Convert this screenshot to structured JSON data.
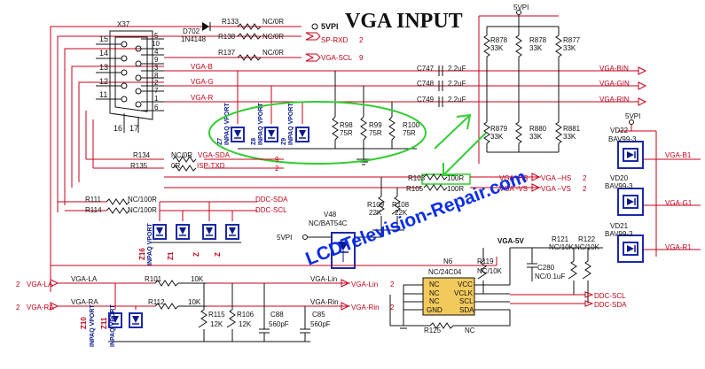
{
  "title": "VGA INPUT",
  "watermark": "LCDTelevision-Repair.com",
  "connector": {
    "ref": "X37",
    "pins_left": [
      "15",
      "14",
      "13",
      "12",
      "11"
    ],
    "pins_right": [
      "5",
      "10",
      "4",
      "9",
      "3",
      "8",
      "2",
      "7",
      "1",
      "6"
    ],
    "pins_bottom": [
      "16",
      "17"
    ]
  },
  "power": {
    "vpi_top": "5VPI",
    "vpi_r133": "5VPI",
    "vpi_right": "5VPI",
    "vpi_v48": "5VPI",
    "vga5v": "VGA-5V"
  },
  "left_block": {
    "d702": {
      "ref": "D702",
      "part": "1N4148"
    },
    "r133": {
      "ref": "R133",
      "val": "NC/0R"
    },
    "r138": {
      "ref": "R138",
      "val": "NC/0R"
    },
    "r137": {
      "ref": "R137",
      "val": "NC/0R"
    },
    "sp_rxd": "SP-RXD",
    "sp_rxd_n": "2",
    "vga_scl": "VGA-SCL",
    "vga_scl_n": "9",
    "vga_b": "VGA-B",
    "vga_g": "VGA-G",
    "vga_r": "VGA-R"
  },
  "zeners_top": [
    {
      "ref": "Z7",
      "part": "INPAQ VPORT"
    },
    {
      "ref": "Z8",
      "part": "INPAQ VPORT"
    },
    {
      "ref": "Z9",
      "part": "INPAQ VPORT"
    }
  ],
  "terminations": [
    {
      "ref": "R98",
      "val": "75R"
    },
    {
      "ref": "R99",
      "val": "75R"
    },
    {
      "ref": "R100",
      "val": "75R"
    }
  ],
  "caps": [
    {
      "ref": "C747",
      "val": "2.2uF",
      "net": "VGA-BIN"
    },
    {
      "ref": "C748",
      "val": "2.2uF",
      "net": "VGA-GIN"
    },
    {
      "ref": "C749",
      "val": "2.2uF",
      "net": "VGA-RIN"
    }
  ],
  "bias_top": [
    {
      "ref": "R878",
      "val": "33K"
    },
    {
      "ref": "R878",
      "val": "33K"
    },
    {
      "ref": "R877",
      "val": "33K"
    }
  ],
  "bias_bot": [
    {
      "ref": "R879",
      "val": "33K"
    },
    {
      "ref": "R880",
      "val": "33K"
    },
    {
      "ref": "R881",
      "val": "33K"
    }
  ],
  "mid": {
    "r134": {
      "ref": "R134",
      "val": "NC/0R"
    },
    "vga_sda": "VGA-SDA",
    "vga_sda_n": "9",
    "r135": {
      "ref": "R135",
      "val": "0R"
    },
    "isp_txd": "ISP-TXD",
    "isp_txd_n": "2",
    "r103": {
      "ref": "R103",
      "val": "100R"
    },
    "r105": {
      "ref": "R105",
      "val": "100R"
    },
    "vga_hs_l": "VGA -HS",
    "vga_vs_l": "VGA -VS",
    "vga_hs_r": "VGA –HS",
    "vga_vs_r": "VGA –VS",
    "hs_n": "2",
    "vs_n": "2",
    "r111": {
      "ref": "R111",
      "val": "NC/100R"
    },
    "r114": {
      "ref": "R114",
      "val": "NC/100R"
    },
    "ddc_sda": "DDC-SDA",
    "ddc_scl": "DDC-SCL",
    "r109": {
      "ref": "R109",
      "val": "22K"
    },
    "r108b": {
      "ref": "R108",
      "val": "22K"
    },
    "v48": {
      "ref": "V48",
      "part": "NC/BAT54C"
    }
  },
  "zeners_mid": [
    {
      "ref": "Z16",
      "part": "INPAQ VPORT"
    },
    {
      "ref": "Z1",
      "part": ""
    },
    {
      "ref": "Z",
      "part": ""
    },
    {
      "ref": "Z",
      "part": ""
    }
  ],
  "right_diodes": [
    {
      "ref": "VD22",
      "part": "BAV99-3",
      "net": "VGA-B1"
    },
    {
      "ref": "VD20",
      "part": "BAV99-3",
      "net": "VGA-G1"
    },
    {
      "ref": "VD21",
      "part": "BAV99-3",
      "net": "VGA-R1"
    }
  ],
  "eeprom": {
    "ref": "N6",
    "part": "NC/24C04",
    "pins_left": [
      "NC",
      "NC",
      "NC",
      "GND"
    ],
    "pins_right": [
      "VCC",
      "VCLK",
      "SCL",
      "SDA"
    ],
    "r119": {
      "ref": "R119",
      "val": "NC/10K"
    },
    "c280": {
      "ref": "C280",
      "val": "NC/0.1uF"
    },
    "r121": {
      "ref": "R121",
      "val": "NC/10K"
    },
    "r122": {
      "ref": "R122",
      "val": "NC/10K"
    },
    "r125": {
      "ref": "R125",
      "val": "NC"
    },
    "ddc_scl": "DDC-SCL",
    "ddc_sda": "DDC-SDA"
  },
  "bottom": {
    "la_n": "2",
    "la": "VGA-LA",
    "ra_n": "2",
    "ra": "VGA-RA",
    "r101": {
      "ref": "R101",
      "val": "10K"
    },
    "r112": {
      "ref": "R112",
      "val": "10K"
    },
    "lin": "VGA-Lin",
    "rin": "VGA-Rin",
    "lin_n": "2",
    "rin_n": "2",
    "r115": {
      "ref": "R115",
      "val": "12K"
    },
    "r106": {
      "ref": "R106",
      "val": "12K"
    },
    "c88": {
      "ref": "C88",
      "val": "560pF"
    },
    "c85": {
      "ref": "C85",
      "val": "560pF"
    },
    "z10": {
      "ref": "Z10",
      "part": "INPAQ VPORT"
    },
    "z11": {
      "ref": "Z11",
      "part": "INPAQ VPORT"
    }
  },
  "colors": {
    "ink": "#111111",
    "net": "#c8001a",
    "diode": "#0a1a8c",
    "highlight": "#33cc33",
    "watermark": "#0a2ee8"
  }
}
